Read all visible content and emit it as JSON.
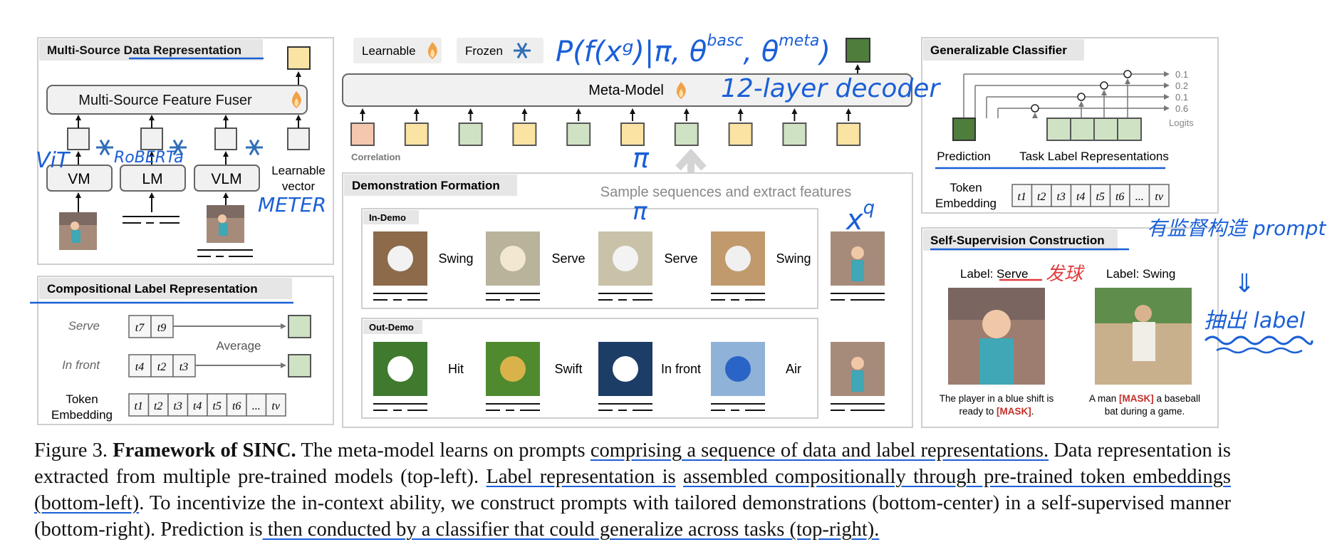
{
  "figure": {
    "multi_source": {
      "title": "Multi-Source Data Representation",
      "fuser": "Multi-Source Feature Fuser",
      "models": [
        "VM",
        "LM",
        "VLM"
      ],
      "learnable_vector": [
        "Learnable",
        "vector"
      ]
    },
    "compositional": {
      "title": "Compositional Label Representation",
      "rows": [
        {
          "label": "Serve",
          "tokens": [
            "t7",
            "t9"
          ]
        },
        {
          "label": "In front",
          "tokens": [
            "t4",
            "t2",
            "t3"
          ]
        }
      ],
      "average": "Average",
      "token_embedding": [
        "Token",
        "Embedding"
      ],
      "embedding_tokens": [
        "t1",
        "t2",
        "t3",
        "t4",
        "t5",
        "t6",
        "...",
        "tv"
      ]
    },
    "meta": {
      "legend_learnable": "Learnable",
      "legend_frozen": "Frozen",
      "model_label": "Meta-Model",
      "correlation": "Correlation",
      "sample_text": "Sample sequences and extract features"
    },
    "demo": {
      "title": "Demonstration Formation",
      "in_demo": "In-Demo",
      "out_demo": "Out-Demo",
      "in_labels": [
        "Swing",
        "Serve",
        "Serve",
        "Swing"
      ],
      "out_labels": [
        "Hit",
        "Swift",
        "In front",
        "Air"
      ]
    },
    "classifier": {
      "title": "Generalizable Classifier",
      "logits": [
        "0.1",
        "0.2",
        "0.1",
        "0.6"
      ],
      "logits_label": "Logits",
      "prediction": "Prediction",
      "task_label": "Task Label Representations",
      "token_embedding": [
        "Token",
        "Embedding"
      ],
      "embedding_tokens": [
        "t1",
        "t2",
        "t3",
        "t4",
        "t5",
        "t6",
        "...",
        "tv"
      ]
    },
    "self_sup": {
      "title": "Self-Supervision Construction",
      "label1_prefix": "Label: ",
      "label1_value": "Serve",
      "label2": "Label: Swing",
      "cap1_line1": "The player in a blue shift is",
      "cap1_line2_prefix": "ready to ",
      "cap1_mask": "[MASK]",
      "cap1_line2_suffix": ".",
      "cap2_prefix": "A man ",
      "cap2_mask": "[MASK]",
      "cap2_suffix": " a baseball",
      "cap2_line2": "bat during a game."
    },
    "annotations": {
      "prob": "P(f(xᵍ)|π, θ",
      "prob_sup1": "basc",
      "prob_mid": ", θ",
      "prob_sup2": "meta",
      "prob_end": ")",
      "decoder": "12-layer decoder",
      "pi": "π",
      "xq": "x",
      "xq_sup": "q",
      "vit": "ViT",
      "roberta": "RoBERTa",
      "meter": "METER",
      "fa_qiu": "发球",
      "chinese_prompt": "有监督构造 prompt",
      "down_arrow": "⇓",
      "chu_label": "抽出 label"
    }
  },
  "caption": {
    "prefix": "Figure 3. ",
    "bold": "Framework of SINC.",
    "s1": " The meta-model learns on prompts ",
    "u1": "comprising a sequence of data and label representations.",
    "s2": " Data representation is extracted from multiple pre-trained models (top-left). ",
    "u2": "Label representation is",
    "s3": " ",
    "u3": "assembled compositionally through pre-trained token embeddings (bottom-left)",
    "s4": ". To incentivize the in-context ability, we construct prompts with tailored demonstrations (bottom-center) in a self-supervised manner (bottom-right). Prediction is",
    "u4": " then conducted by a classifier that could generalize across tasks (top-right)."
  },
  "colors": {
    "panel_border": "#cfcfcf",
    "title_bg": "#e6e6e6",
    "yellow": "#fbe3a3",
    "green": "#cfe3c4",
    "dark_green": "#4f7d3b",
    "peach": "#f5c7ae",
    "frozen_blue": "#2f6fb6",
    "flame": "#f0a24a",
    "ink_blue": "#1a5fd6",
    "ink_red": "#e23b3b",
    "mask_red": "#c3302a"
  }
}
